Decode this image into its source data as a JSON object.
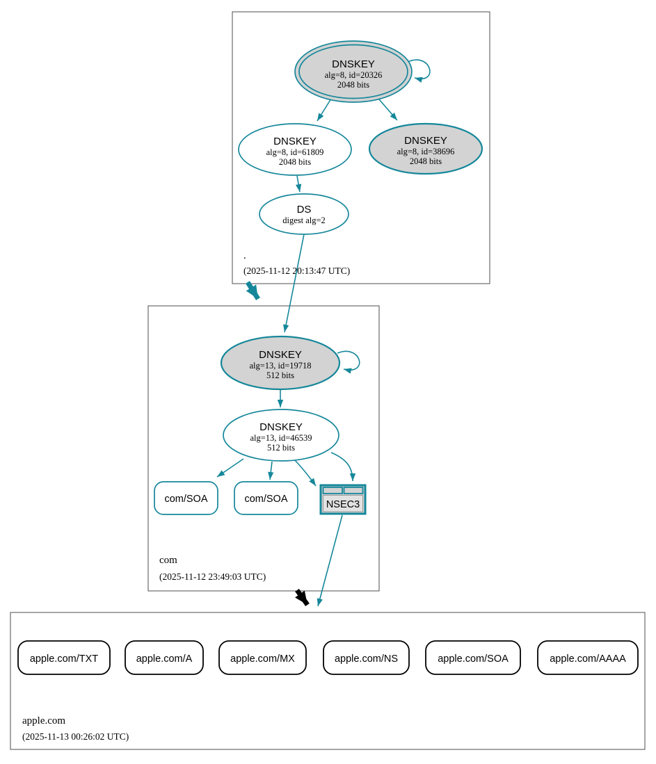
{
  "colors": {
    "secure_teal": "#15879a",
    "insecure_black": "#000000",
    "node_gray_fill": "#d3d3d3",
    "cluster_border": "#4d4d4d"
  },
  "zones": {
    "root": {
      "label": ".",
      "timestamp": "(2025-11-12 20:13:47 UTC)",
      "ksk": {
        "title": "DNSKEY",
        "line1": "alg=8, id=20326",
        "line2": "2048 bits"
      },
      "zsk": {
        "title": "DNSKEY",
        "line1": "alg=8, id=61809",
        "line2": "2048 bits"
      },
      "zsk2": {
        "title": "DNSKEY",
        "line1": "alg=8, id=38696",
        "line2": "2048 bits"
      },
      "ds": {
        "title": "DS",
        "line1": "digest alg=2"
      }
    },
    "com": {
      "label": "com",
      "timestamp": "(2025-11-12 23:49:03 UTC)",
      "ksk": {
        "title": "DNSKEY",
        "line1": "alg=13, id=19718",
        "line2": "512 bits"
      },
      "zsk": {
        "title": "DNSKEY",
        "line1": "alg=13, id=46539",
        "line2": "512 bits"
      },
      "soa1": "com/SOA",
      "soa2": "com/SOA",
      "nsec3": "NSEC3"
    },
    "apple": {
      "label": "apple.com",
      "timestamp": "(2025-11-13 00:26:02 UTC)",
      "rrsets": [
        "apple.com/TXT",
        "apple.com/A",
        "apple.com/MX",
        "apple.com/NS",
        "apple.com/SOA",
        "apple.com/AAAA"
      ]
    }
  }
}
